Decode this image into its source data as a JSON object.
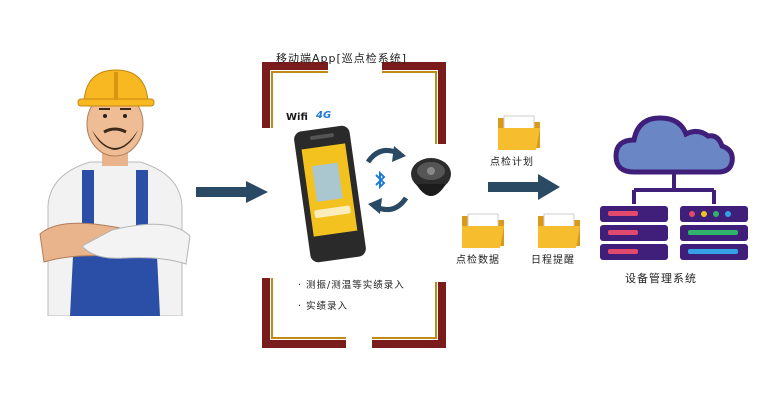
{
  "title": "移动端App[巡点检系统]",
  "bullets": [
    "· 测振/测温等实绩录入",
    "· 实绩录入"
  ],
  "folders": {
    "plan": "点检计划",
    "data": "点检数据",
    "reminder": "日程提醒"
  },
  "system_label": "设备管理系统",
  "connectivity": {
    "wifi": "Wifi",
    "lte": "4G"
  },
  "colors": {
    "frame": "#7a1c1c",
    "frame_inner": "#c08a18",
    "cloud": "#6a86c4",
    "server": "#3f1f7a",
    "arrow": "#2a4a63"
  }
}
